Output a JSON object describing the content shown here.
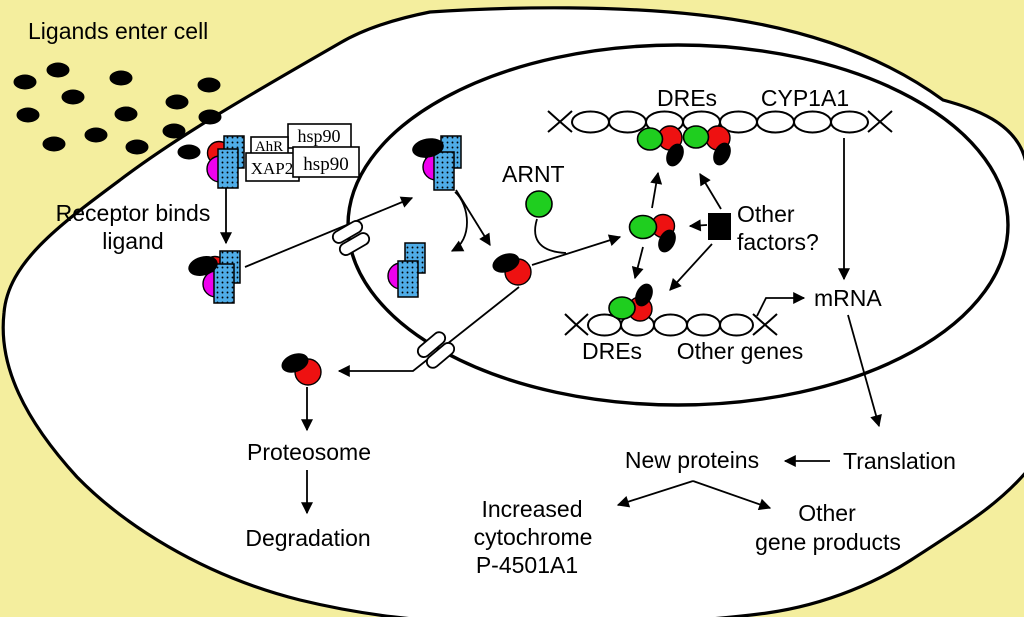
{
  "diagram": {
    "cytoplasm": {
      "ligands_enter": "Ligands enter cell",
      "receptor_binds_1": "Receptor binds",
      "receptor_binds_2": "ligand",
      "ahr": "AhR",
      "xap2": "XAP2",
      "hsp90_top": "hsp90",
      "hsp90_bottom": "hsp90",
      "proteosome": "Proteosome",
      "degradation": "Degradation"
    },
    "nucleus": {
      "arnt": "ARNT",
      "dres_top": "DREs",
      "cyp1a1": "CYP1A1",
      "other_factors_1": "Other",
      "other_factors_2": "factors?",
      "dres_bottom": "DREs",
      "other_genes": "Other genes",
      "mrna": "mRNA"
    },
    "products": {
      "translation": "Translation",
      "new_proteins": "New proteins",
      "increased_1": "Increased",
      "increased_2": "cytochrome",
      "increased_3": "P-4501A1",
      "other_products_1": "Other",
      "other_products_2": "gene products"
    },
    "colors": {
      "background": "#F4EE9E",
      "cell_fill": "#FFFFFF",
      "outline": "#000000",
      "ahr_red": "#EE1111",
      "xap2_magenta": "#EE00EE",
      "hsp90_blue": "#4FADE8",
      "arnt_green": "#1FCE1F",
      "ligand_black": "#000000"
    }
  }
}
